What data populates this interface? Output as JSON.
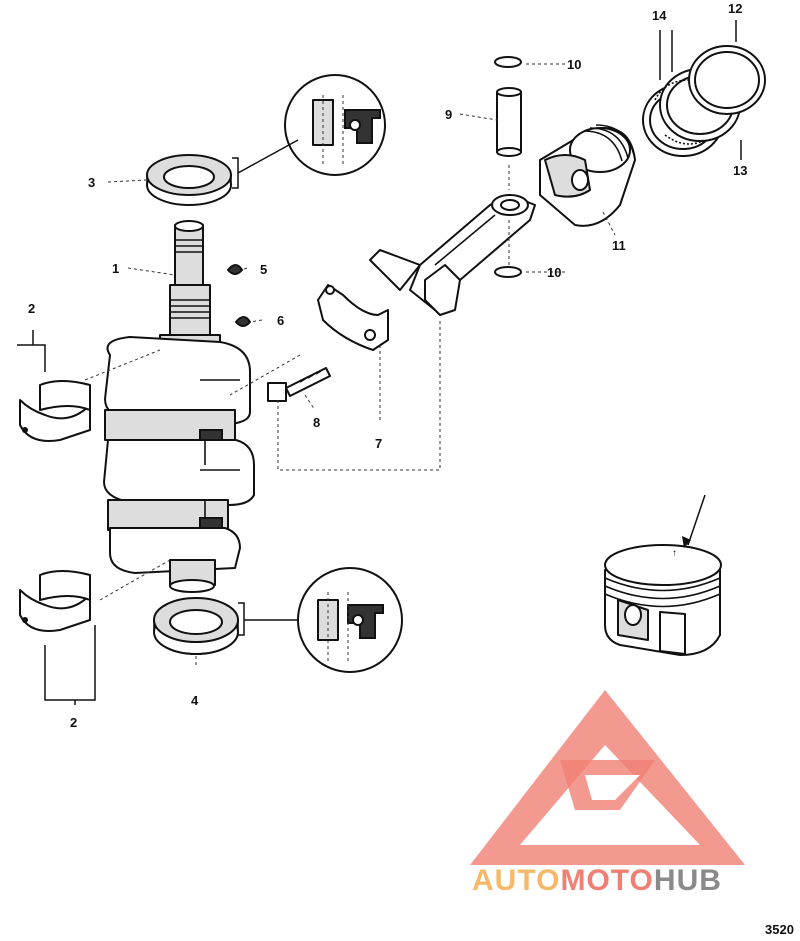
{
  "callouts": {
    "c1": "1",
    "c2a": "2",
    "c2b": "2",
    "c3": "3",
    "c4": "4",
    "c5": "5",
    "c6": "6",
    "c7": "7",
    "c8": "8",
    "c9": "9",
    "c10a": "10",
    "c10b": "10",
    "c11": "11",
    "c12": "12",
    "c13": "13",
    "c14": "14"
  },
  "figure_number": "3520",
  "watermark": {
    "part1": "AUTO",
    "part2": "MOTO",
    "part3": "HUB",
    "color_orange": "#f6b96a",
    "color_red": "#f08074",
    "color_gray": "#8a8a8a"
  }
}
